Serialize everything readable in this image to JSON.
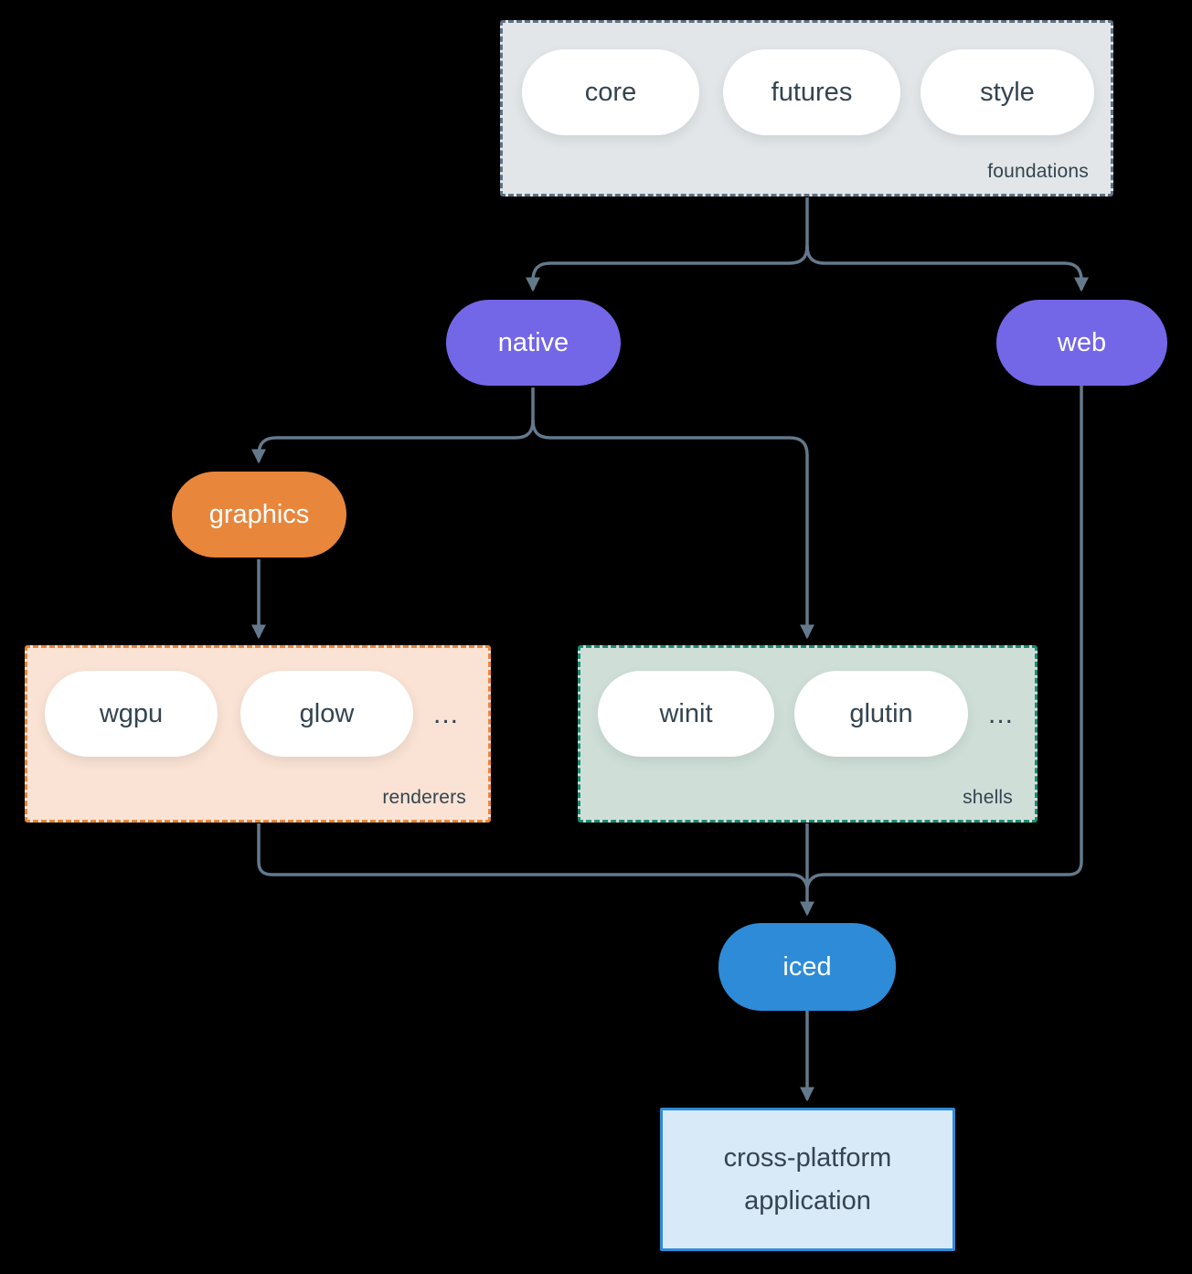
{
  "diagram": {
    "foundations": {
      "label": "foundations",
      "pills": [
        "core",
        "futures",
        "style"
      ]
    },
    "native": {
      "label": "native"
    },
    "web": {
      "label": "web"
    },
    "graphics": {
      "label": "graphics"
    },
    "renderers": {
      "label": "renderers",
      "pills": [
        "wgpu",
        "glow"
      ],
      "ellipsis": "..."
    },
    "shells": {
      "label": "shells",
      "pills": [
        "winit",
        "glutin"
      ],
      "ellipsis": "..."
    },
    "iced": {
      "label": "iced"
    },
    "application": {
      "line1": "cross-platform",
      "line2": "application"
    }
  },
  "edges": [
    "foundations -> native",
    "foundations -> web",
    "native -> graphics",
    "native -> shells",
    "graphics -> renderers",
    "renderers -> iced",
    "shells -> iced",
    "web -> iced",
    "iced -> cross-platform application"
  ],
  "colors": {
    "background": "#000000",
    "purple_node": "#7367e8",
    "orange_node": "#e8863c",
    "blue_node": "#2d8bd8",
    "foundations_fill": "#e2e6e8",
    "foundations_border": "#5f7184",
    "renderers_fill": "#fae3d4",
    "renderers_border": "#e8863c",
    "shells_fill": "#cfdfd8",
    "shells_border": "#1f8a73",
    "application_fill": "#d8e9f8",
    "application_border": "#2d8bd8",
    "connector": "#64798c",
    "text_dark": "#344450",
    "text_light": "#ffffff"
  }
}
